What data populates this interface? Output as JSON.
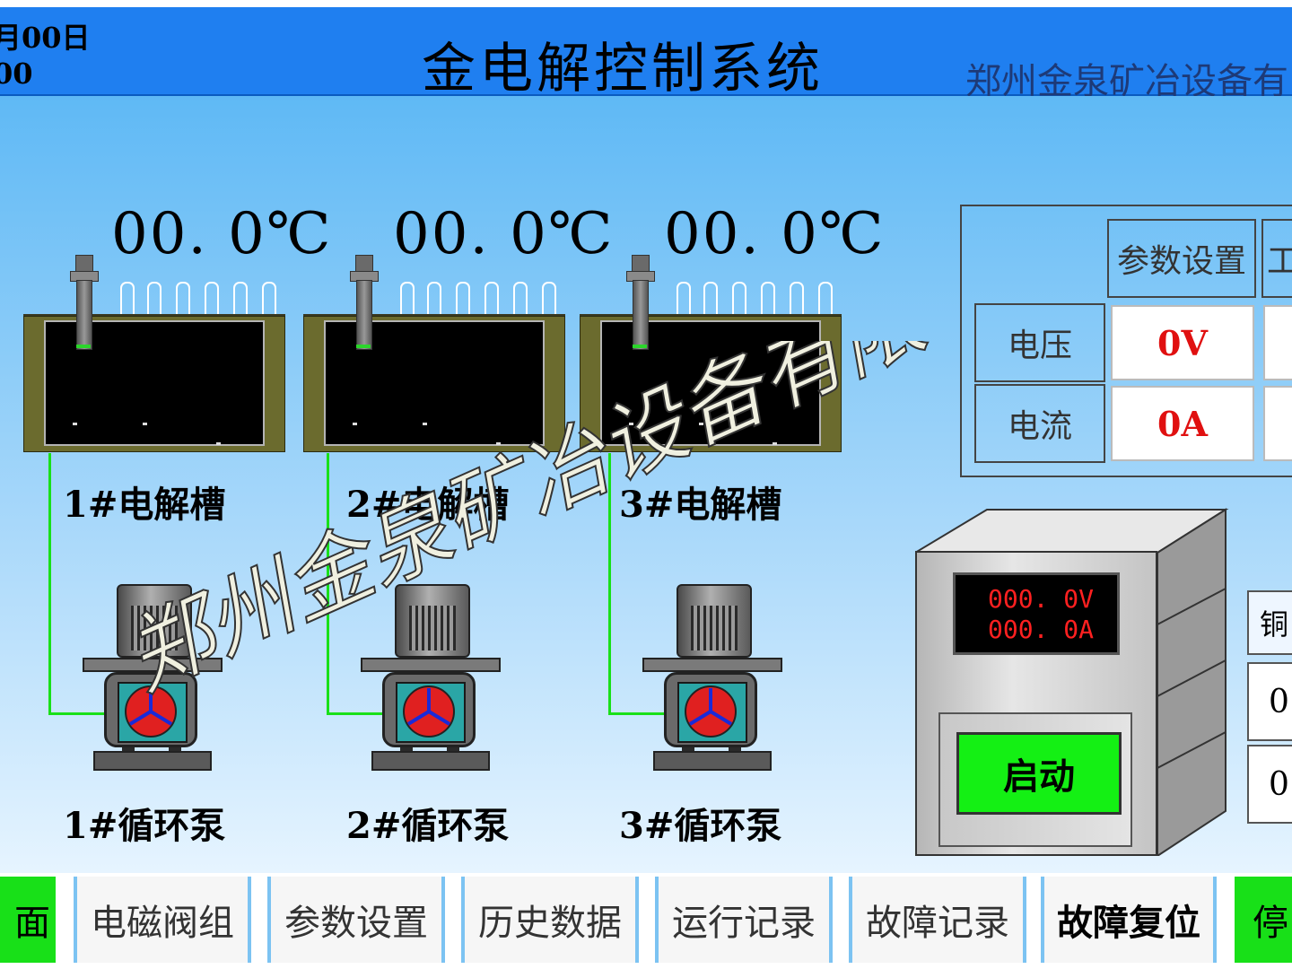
{
  "header": {
    "date_line": "月00日",
    "time_line": "00",
    "title": "金电解控制系统",
    "company": "郑州金泉矿冶设备有"
  },
  "tanks": [
    {
      "temperature": "00. 0℃",
      "label": "1#电解槽"
    },
    {
      "temperature": "00. 0℃",
      "label": "2#电解槽"
    },
    {
      "temperature": "00. 0℃",
      "label": "3#电解槽"
    }
  ],
  "pumps": [
    {
      "label": "1#循环泵"
    },
    {
      "label": "2#循环泵"
    },
    {
      "label": "3#循环泵"
    }
  ],
  "param_table": {
    "col_headers": [
      "参数设置",
      "工"
    ],
    "rows": [
      {
        "label": "电压",
        "value": "0V"
      },
      {
        "label": "电流",
        "value": "0A"
      }
    ]
  },
  "rectifier": {
    "voltage_display": "000. 0V",
    "current_display": "000. 0A",
    "start_button": "启动"
  },
  "right_panel": {
    "header": "铜",
    "value1": "0",
    "value2": "0"
  },
  "nav": {
    "main_screen": "面",
    "solenoid": "电磁阀组",
    "params": "参数设置",
    "history": "历史数据",
    "run_log": "运行记录",
    "fault_log": "故障记录",
    "fault_reset": "故障复位",
    "stop": "停"
  },
  "watermark": "郑州金泉矿冶设备有限公司",
  "colors": {
    "header_blue": "#1f7ff0",
    "start_green": "#14f014",
    "value_red": "#e01010",
    "pipe_green": "#19e019"
  }
}
